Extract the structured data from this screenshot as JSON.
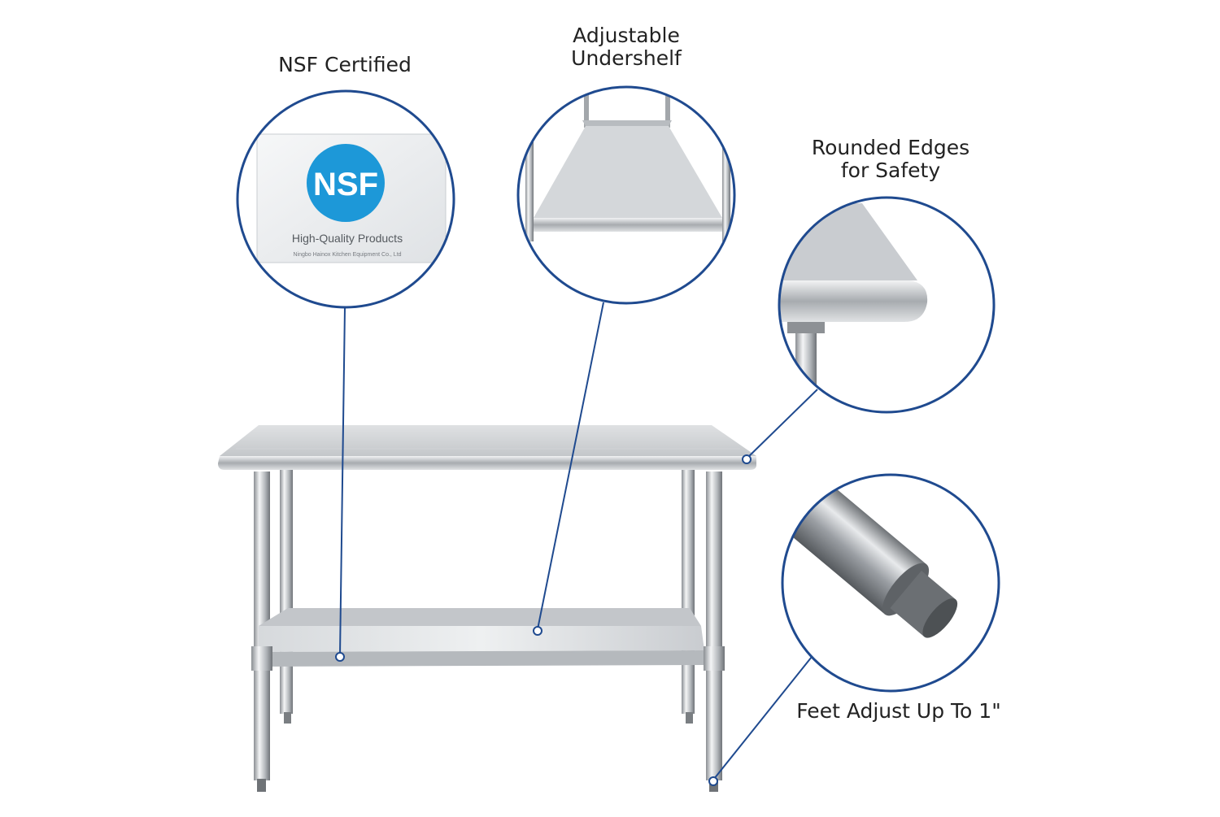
{
  "callouts": {
    "nsf": {
      "label": "NSF Certified",
      "badge_logo": "NSF",
      "badge_tagline": "High-Quality Products",
      "badge_maker": "Ningbo Hainox Kitchen Equipment Co., Ltd"
    },
    "undershelf": {
      "label_line1": "Adjustable",
      "label_line2": "Undershelf"
    },
    "edges": {
      "label_line1": "Rounded Edges",
      "label_line2": "for Safety"
    },
    "feet": {
      "label": "Feet Adjust Up To 1\""
    }
  },
  "colors": {
    "accent": "#1f4a8f",
    "nsf_blue": "#1d98d8",
    "steel_light": "#e6e8ea",
    "steel_dark": "#7d8186",
    "text": "#222222"
  }
}
